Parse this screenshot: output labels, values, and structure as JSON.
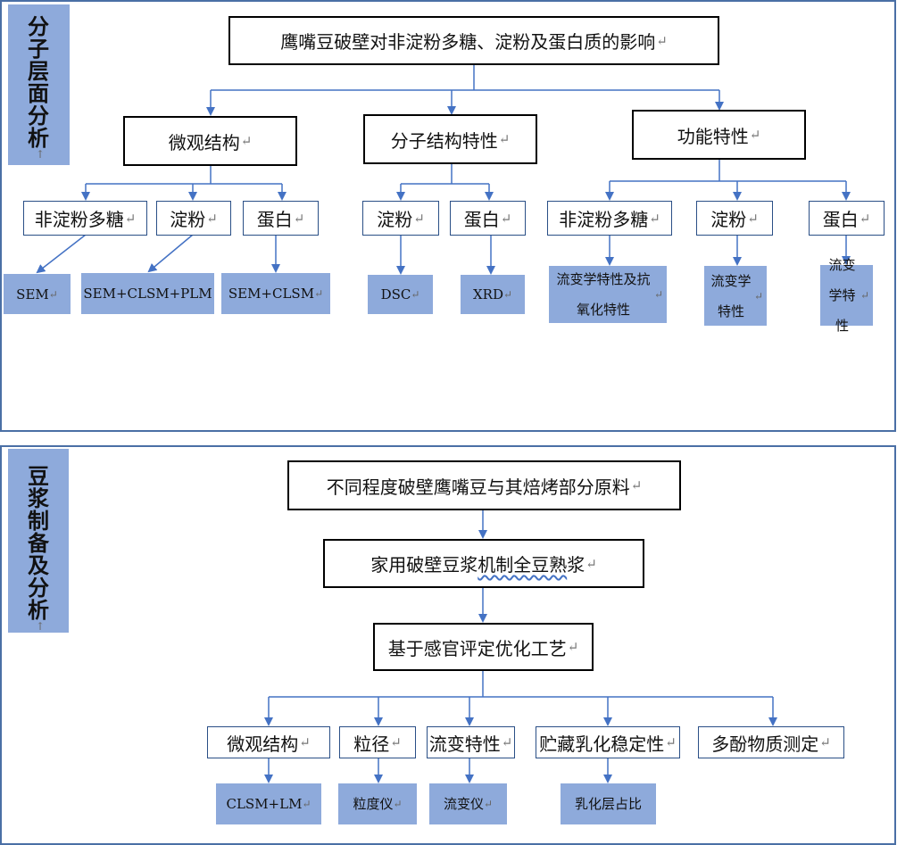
{
  "colors": {
    "panel_border": "#4a6fa5",
    "fill": "#8eaadb",
    "arrow": "#4472c4"
  },
  "paragraph_mark": "↵",
  "section1": {
    "side_label": "分子层面分析",
    "side_mark": "↑",
    "root": "鹰嘴豆破壁对非淀粉多糖、淀粉及蛋白质的影响",
    "categories": [
      "微观结构",
      "分子结构特性",
      "功能特性"
    ],
    "micro": {
      "items": [
        "非淀粉多糖",
        "淀粉",
        "蛋白"
      ],
      "methods": [
        "SEM",
        "SEM+CLSM+PLM",
        "SEM+CLSM"
      ]
    },
    "molecular": {
      "items": [
        "淀粉",
        "蛋白"
      ],
      "methods": [
        "DSC",
        "XRD"
      ]
    },
    "functional": {
      "items": [
        "非淀粉多糖",
        "淀粉",
        "蛋白"
      ],
      "methods": [
        "流变学特性及抗氧化特性",
        "流变学特性",
        "流变学特性"
      ]
    }
  },
  "section2": {
    "side_label": "豆浆制备及分析",
    "side_mark": "↑",
    "step1": "不同程度破壁鹰嘴豆与其焙烤部分原料",
    "step2_prefix": "家用破壁豆浆",
    "step2_squiggle": "机制全豆熟",
    "step2_suffix": "浆",
    "step3": "基于感官评定优化工艺",
    "analyses": [
      "微观结构",
      "粒径",
      "流变特性",
      "贮藏乳化稳定性",
      "多酚物质测定"
    ],
    "instruments": [
      "CLSM+LM",
      "粒度仪",
      "流变仪",
      "乳化层占比"
    ]
  }
}
